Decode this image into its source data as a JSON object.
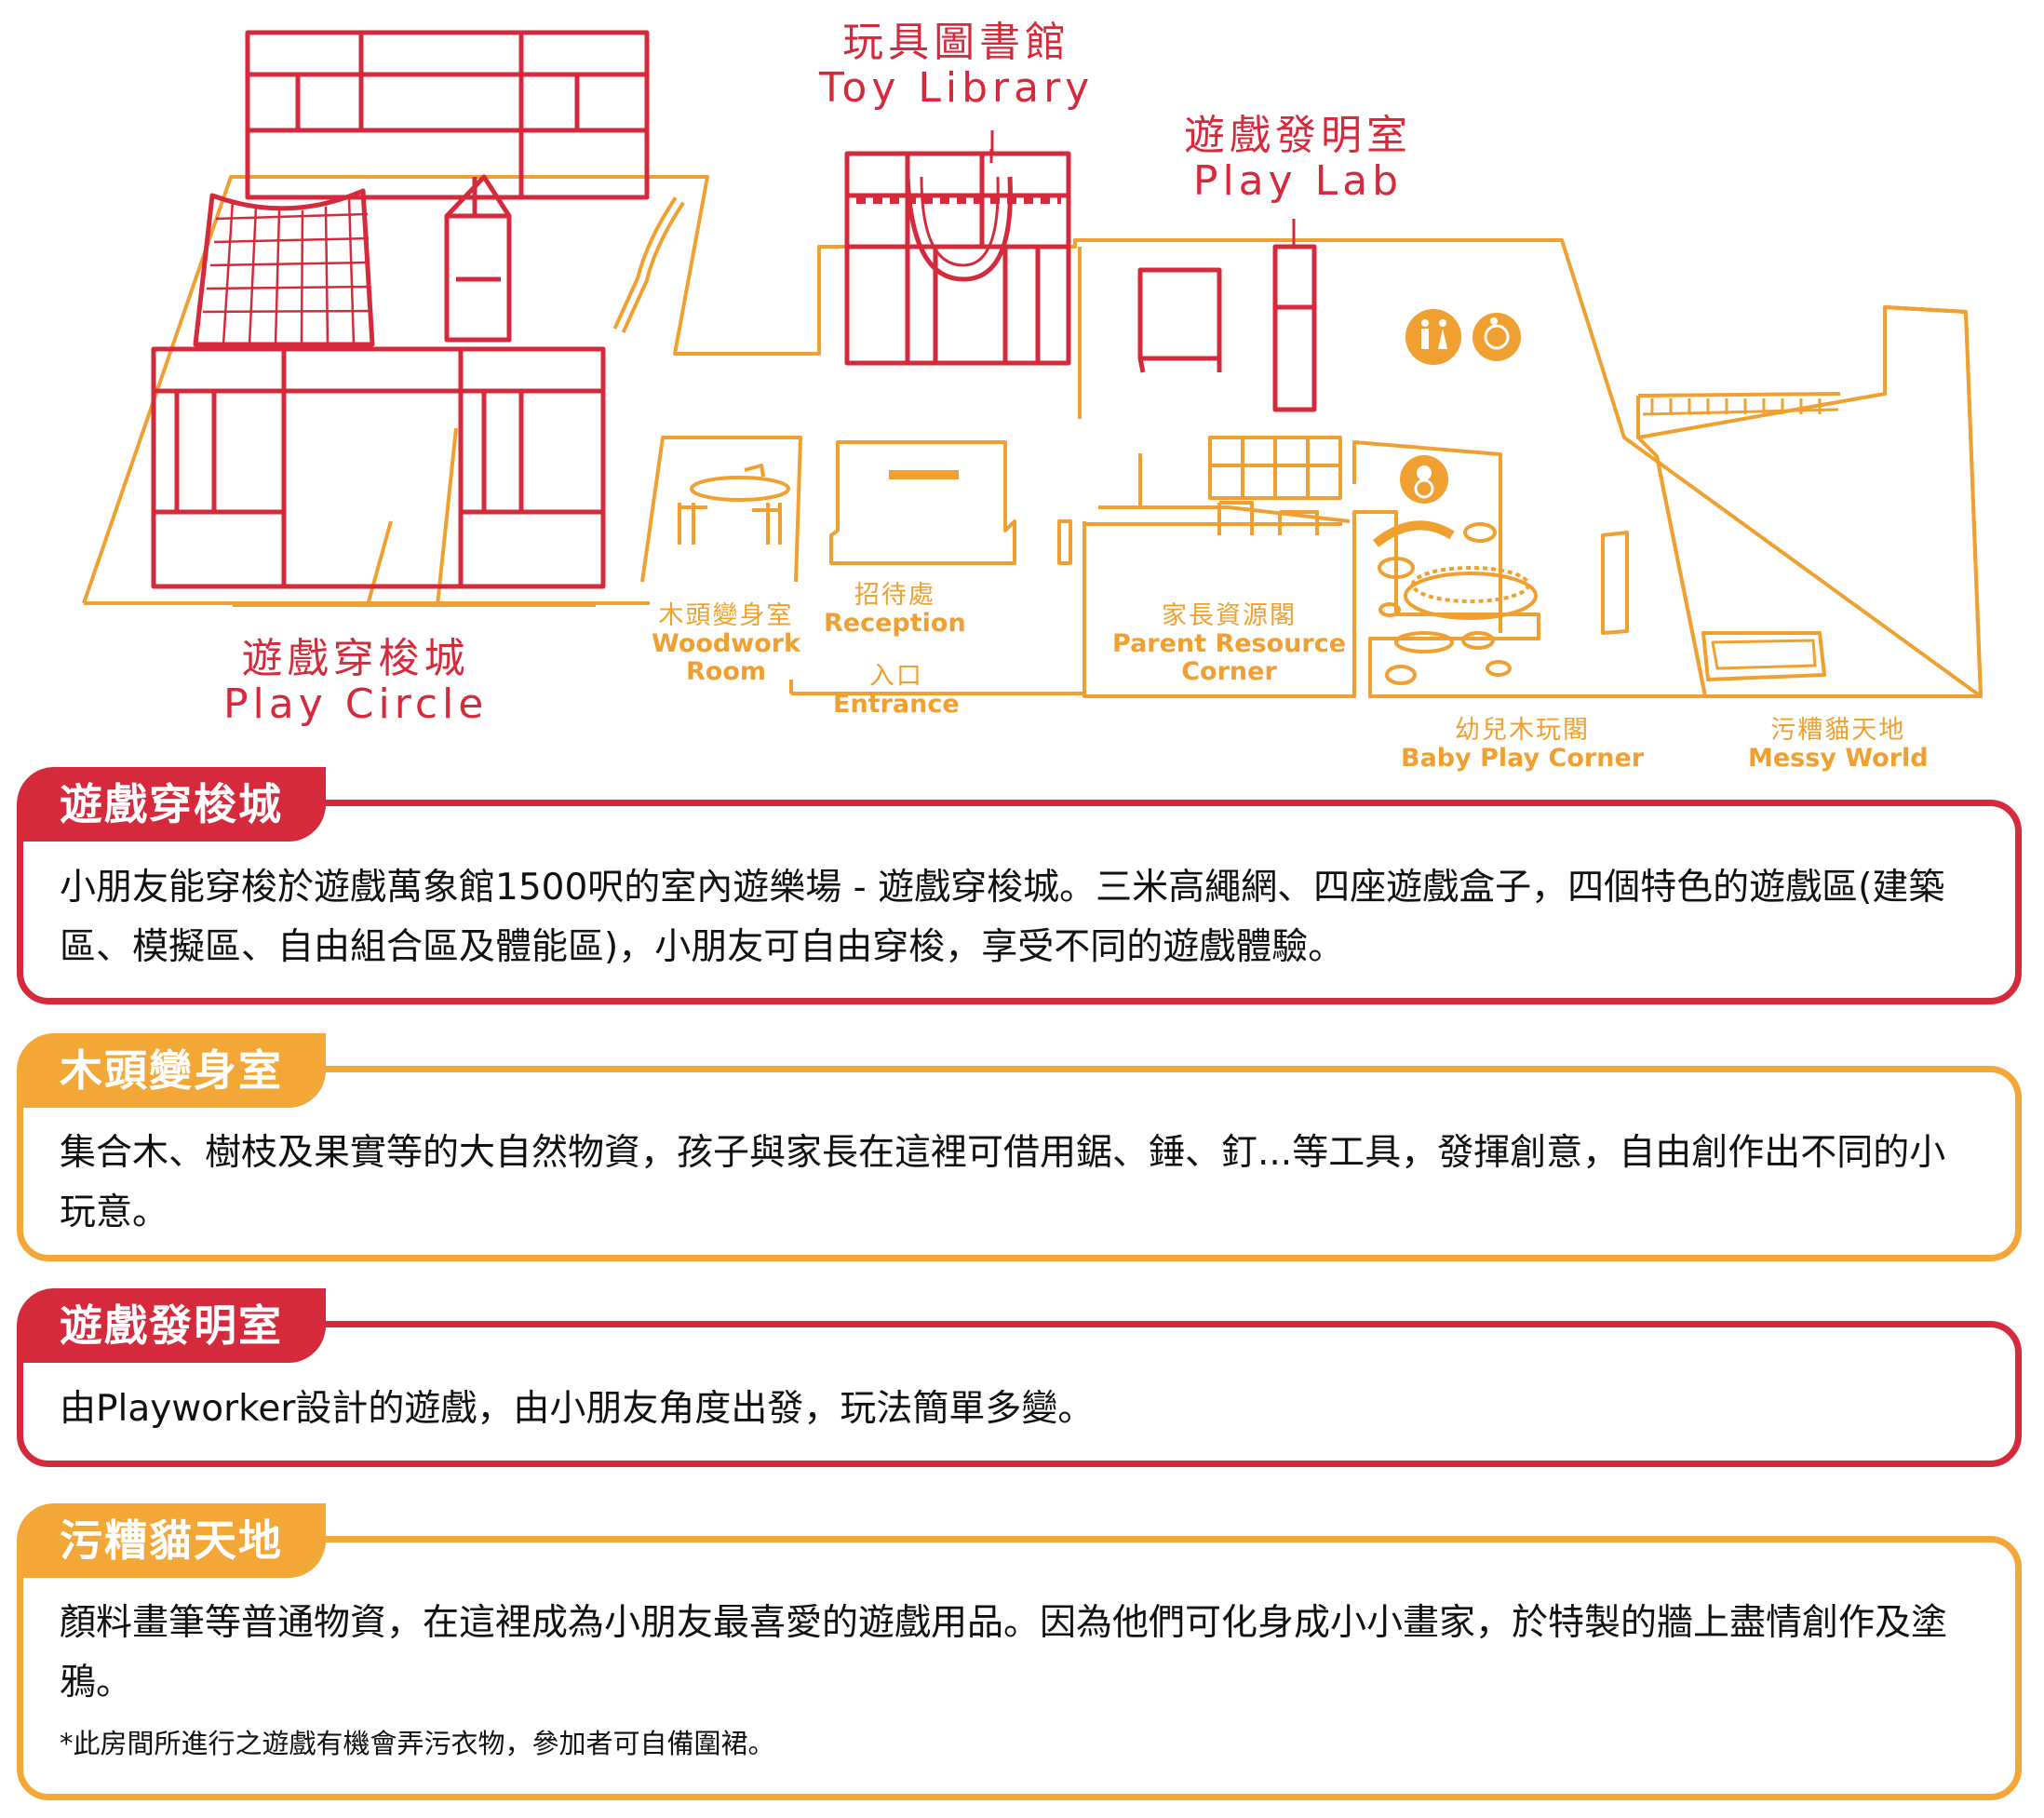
{
  "colors": {
    "red": "#d42a3c",
    "orange": "#f3a737"
  },
  "map": {
    "play_circle": {
      "zh": "遊戲穿梭城",
      "en": "Play Circle"
    },
    "toy_library": {
      "zh": "玩具圖書館",
      "en": "Toy Library"
    },
    "play_lab": {
      "zh": "遊戲發明室",
      "en": "Play Lab"
    },
    "woodwork": {
      "zh": "木頭變身室",
      "en1": "Woodwork",
      "en2": "Room"
    },
    "reception": {
      "zh": "招待處",
      "en": "Reception"
    },
    "entrance": {
      "zh": "入口",
      "en": "Entrance"
    },
    "parent_resource": {
      "zh": "家長資源閣",
      "en1": "Parent Resource",
      "en2": "Corner"
    },
    "baby_corner": {
      "zh": "幼兒木玩閣",
      "en": "Baby Play Corner"
    },
    "messy_world": {
      "zh": "污糟貓天地",
      "en": "Messy World"
    },
    "icons": [
      "restroom-icon",
      "accessible-icon",
      "baby-care-icon"
    ]
  },
  "sections": [
    {
      "title": "遊戲穿梭城",
      "text": "小朋友能穿梭於遊戲萬象館1500呎的室內遊樂場 - 遊戲穿梭城。三米高繩網、四座遊戲盒子，四個特色的遊戲區(建築區、模擬區、自由組合區及體能區)，小朋友可自由穿梭，享受不同的遊戲體驗。"
    },
    {
      "title": "木頭變身室",
      "text": "集合木、樹枝及果實等的大自然物資，孩子與家長在這裡可借用鋸、錘、釘...等工具，發揮創意，自由創作出不同的小玩意。"
    },
    {
      "title": "遊戲發明室",
      "text": "由Playworker設計的遊戲，由小朋友角度出發，玩法簡單多變。"
    },
    {
      "title": "污糟貓天地",
      "text": "顏料畫筆等普通物資，在這裡成為小朋友最喜愛的遊戲用品。因為他們可化身成小小畫家，於特製的牆上盡情創作及塗鴉。",
      "note": "*此房間所進行之遊戲有機會弄污衣物，參加者可自備圍裙。"
    }
  ]
}
